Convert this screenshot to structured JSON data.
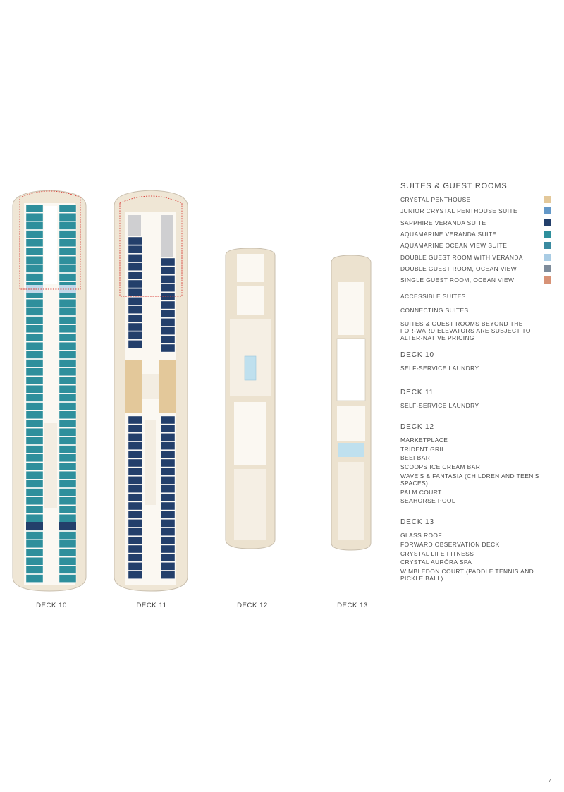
{
  "legend": {
    "title": "SUITES & GUEST ROOMS",
    "categories": [
      {
        "label": "CRYSTAL PENTHOUSE",
        "color": "#e3c89a"
      },
      {
        "label": "JUNIOR CRYSTAL PENTHOUSE SUITE",
        "color": "#6398c8"
      },
      {
        "label": "SAPPHIRE VERANDA SUITE",
        "color": "#233f6b"
      },
      {
        "label": "AQUAMARINE VERANDA SUITE",
        "color": "#2e8f9c"
      },
      {
        "label": "AQUAMARINE OCEAN VIEW SUITE",
        "color": "#3a8aa0"
      },
      {
        "label": "DOUBLE GUEST ROOM WITH VERANDA",
        "color": "#a9cce4"
      },
      {
        "label": "DOUBLE GUEST ROOM, OCEAN VIEW",
        "color": "#7e8c9b"
      },
      {
        "label": "SINGLE GUEST ROOM, OCEAN VIEW",
        "color": "#d79276"
      }
    ],
    "accessible": "ACCESSIBLE SUITES",
    "connecting": "CONNECTING SUITES",
    "pricing_note": "SUITES & GUEST ROOMS BEYOND THE FOR-WARD ELEVATORS ARE SUBJECT TO ALTER-NATIVE PRICING"
  },
  "sections": [
    {
      "title": "DECK 10",
      "items": [
        "SELF-SERVICE LAUNDRY"
      ]
    },
    {
      "title": "DECK 11",
      "items": [
        "SELF-SERVICE LAUNDRY"
      ]
    },
    {
      "title": "DECK 12",
      "items": [
        "MARKETPLACE",
        "TRIDENT GRILL",
        "BEEFBAR",
        "SCOOPS ICE CREAM BAR",
        "WAVE'S & FANTASIA (CHILDREN AND TEEN'S SPACES)",
        "PALM COURT",
        "SEAHORSE POOL"
      ]
    },
    {
      "title": "DECK 13",
      "items": [
        "GLASS ROOF",
        "FORWARD OBSERVATION DECK",
        "CRYSTAL LIFE FITNESS",
        "CRYSTAL AURŌRA SPA",
        "WIMBLEDON COURT (PADDLE TENNIS AND PICKLE BALL)"
      ]
    }
  ],
  "decks": [
    {
      "label": "DECK 10"
    },
    {
      "label": "DECK 11"
    },
    {
      "label": "DECK 12"
    },
    {
      "label": "DECK 13"
    }
  ],
  "page_number": "7",
  "colors": {
    "hull": "#efe6d5",
    "corridor": "#fbf8f2",
    "amenity": "#ece2cf",
    "outline": "#c9bfae",
    "forward_zone": "#d9413a",
    "aqua": "#2e8f9c",
    "sapphire": "#233f6b",
    "penthouse": "#e3c89a",
    "light_blue": "#c3d9ea",
    "grey_block": "#cfcfd1",
    "pool": "#bfe0ee"
  }
}
